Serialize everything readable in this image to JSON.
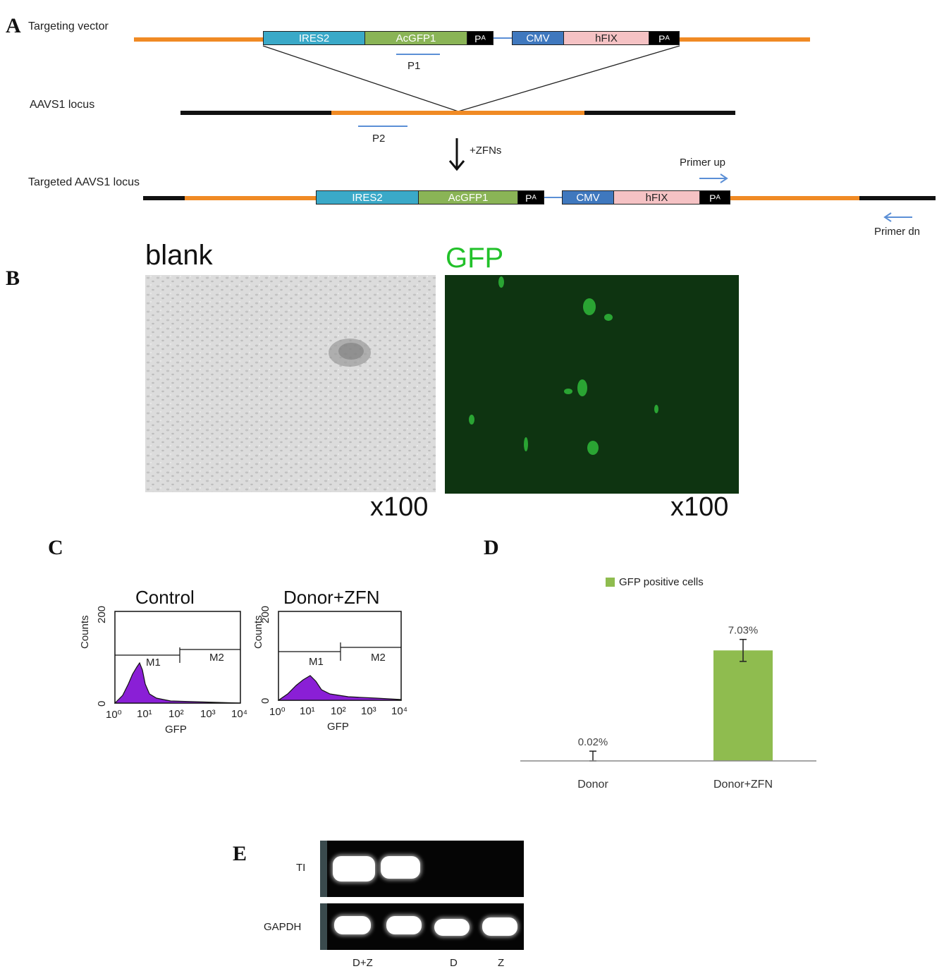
{
  "panels": {
    "A": "A",
    "B": "B",
    "C": "C",
    "D": "D",
    "E": "E"
  },
  "panelA": {
    "targeting_vector_label": "Targeting vector",
    "aavs1_locus_label": "AAVS1 locus",
    "targeted_label": "Targeted AAVS1 locus",
    "ires2": "IRES2",
    "acgfp1": "AcGFP1",
    "pa": "Pᴬ",
    "cmv": "CMV",
    "hfix": "hFIX",
    "p1": "P1",
    "p2": "P2",
    "zfns": "+ZFNs",
    "primer_up": "Primer up",
    "primer_dn": "Primer dn",
    "colors": {
      "orange": "#f08a24",
      "ires": "#3aa9c8",
      "gfp": "#8ab456",
      "cmv": "#3f78be",
      "hfix": "#f5c2c4",
      "primer": "#5b8fd6"
    }
  },
  "panelB": {
    "blank_title": "blank",
    "gfp_title": "GFP",
    "mag_left": "x100",
    "mag_right": "x100",
    "gfp_color": "#22c12a"
  },
  "panelC": {
    "control_title": "Control",
    "donor_title": "Donor+ZFN",
    "y_label": "Counts",
    "x_label": "GFP",
    "y_ticks": [
      "0",
      "200"
    ],
    "x_ticks": [
      "10⁰",
      "10¹",
      "10²",
      "10³",
      "10⁴"
    ],
    "m1": "M1",
    "m2": "M2",
    "fill_color": "#8a1fd6"
  },
  "panelE": {
    "row_ti": "TI",
    "row_gapdh": "GAPDH",
    "lane_dz": "D+Z",
    "lane_d": "D",
    "lane_z": "Z"
  },
  "chart_data": {
    "type": "bar",
    "legend": "GFP positive cells",
    "categories": [
      "Donor",
      "Donor+ZFN"
    ],
    "series": [
      {
        "name": "GFP positive cells",
        "values": [
          0.02,
          7.03
        ]
      }
    ],
    "data_labels": [
      "0.02%",
      "7.03%"
    ],
    "error": [
      0.6,
      0.7
    ],
    "color": "#8fbc4f",
    "legend_position": "top"
  }
}
